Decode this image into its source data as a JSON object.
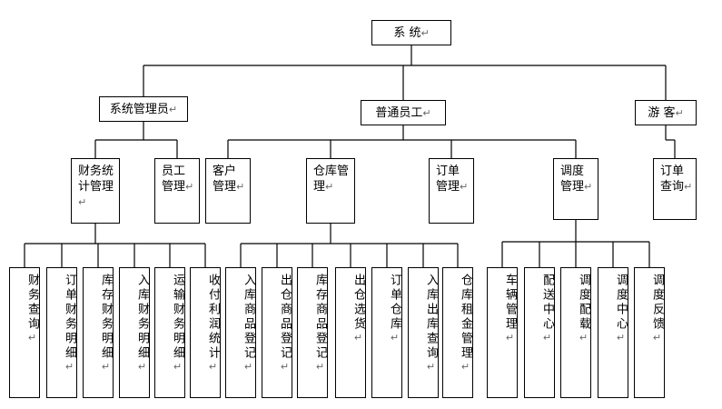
{
  "nodes": [
    {
      "id": "root",
      "label": "系 统",
      "style": "h"
    },
    {
      "id": "admin",
      "label": "系统管理员",
      "style": "h"
    },
    {
      "id": "staff",
      "label": "普通员工",
      "style": "h"
    },
    {
      "id": "guest",
      "label": "游 客",
      "style": "h"
    },
    {
      "id": "finance_stats",
      "label": "财务统计管理",
      "style": "tl"
    },
    {
      "id": "employee_mgmt",
      "label": "员工管理",
      "style": "tl"
    },
    {
      "id": "customer_mgmt",
      "label": "客户管理",
      "style": "tl"
    },
    {
      "id": "warehouse_mgmt",
      "label": "仓库管理",
      "style": "tl"
    },
    {
      "id": "order_mgmt",
      "label": "订单管理",
      "style": "tl"
    },
    {
      "id": "dispatch_mgmt",
      "label": "调度管理",
      "style": "tl"
    },
    {
      "id": "order_query",
      "label": "订单查询",
      "style": "tl"
    },
    {
      "id": "finance_query",
      "label": "财务查询",
      "style": "v"
    },
    {
      "id": "order_finance",
      "label": "订单财务明细",
      "style": "v"
    },
    {
      "id": "stock_finance",
      "label": "库存财务明细",
      "style": "v"
    },
    {
      "id": "inbound_finance",
      "label": "入库财务明细",
      "style": "v"
    },
    {
      "id": "transport_finance",
      "label": "运输财务明细",
      "style": "v"
    },
    {
      "id": "profit_stats",
      "label": "收付利润统计",
      "style": "v"
    },
    {
      "id": "inbound_reg",
      "label": "入库商品登记",
      "style": "v"
    },
    {
      "id": "outbound_reg",
      "label": "出仓商品登记",
      "style": "v"
    },
    {
      "id": "stock_reg",
      "label": "库存商品登记",
      "style": "v"
    },
    {
      "id": "outbound_pick",
      "label": "出仓选货",
      "style": "v"
    },
    {
      "id": "order_warehouse",
      "label": "订单仓库",
      "style": "v"
    },
    {
      "id": "inout_query",
      "label": "入库出库查询",
      "style": "v"
    },
    {
      "id": "rent_mgmt",
      "label": "仓库租金管理",
      "style": "v"
    },
    {
      "id": "vehicle_mgmt",
      "label": "车辆管理",
      "style": "v"
    },
    {
      "id": "delivery_center",
      "label": "配送中心",
      "style": "v"
    },
    {
      "id": "dispatch_loading",
      "label": "调度配载",
      "style": "v"
    },
    {
      "id": "dispatch_center",
      "label": "调度中心",
      "style": "v"
    },
    {
      "id": "dispatch_feedback",
      "label": "调度反馈",
      "style": "v"
    }
  ],
  "edges": [
    [
      "root",
      "admin"
    ],
    [
      "root",
      "staff"
    ],
    [
      "root",
      "guest"
    ],
    [
      "admin",
      "finance_stats"
    ],
    [
      "admin",
      "employee_mgmt"
    ],
    [
      "staff",
      "customer_mgmt"
    ],
    [
      "staff",
      "warehouse_mgmt"
    ],
    [
      "staff",
      "order_mgmt"
    ],
    [
      "staff",
      "dispatch_mgmt"
    ],
    [
      "guest",
      "order_query"
    ],
    [
      "finance_stats",
      "finance_query"
    ],
    [
      "finance_stats",
      "order_finance"
    ],
    [
      "finance_stats",
      "stock_finance"
    ],
    [
      "finance_stats",
      "inbound_finance"
    ],
    [
      "finance_stats",
      "transport_finance"
    ],
    [
      "finance_stats",
      "profit_stats"
    ],
    [
      "warehouse_mgmt",
      "inbound_reg"
    ],
    [
      "warehouse_mgmt",
      "outbound_reg"
    ],
    [
      "warehouse_mgmt",
      "stock_reg"
    ],
    [
      "warehouse_mgmt",
      "outbound_pick"
    ],
    [
      "warehouse_mgmt",
      "order_warehouse"
    ],
    [
      "warehouse_mgmt",
      "inout_query"
    ],
    [
      "warehouse_mgmt",
      "rent_mgmt"
    ],
    [
      "dispatch_mgmt",
      "vehicle_mgmt"
    ],
    [
      "dispatch_mgmt",
      "delivery_center"
    ],
    [
      "dispatch_mgmt",
      "dispatch_loading"
    ],
    [
      "dispatch_mgmt",
      "dispatch_center"
    ],
    [
      "dispatch_mgmt",
      "dispatch_feedback"
    ]
  ],
  "paragraph_mark": "↵"
}
